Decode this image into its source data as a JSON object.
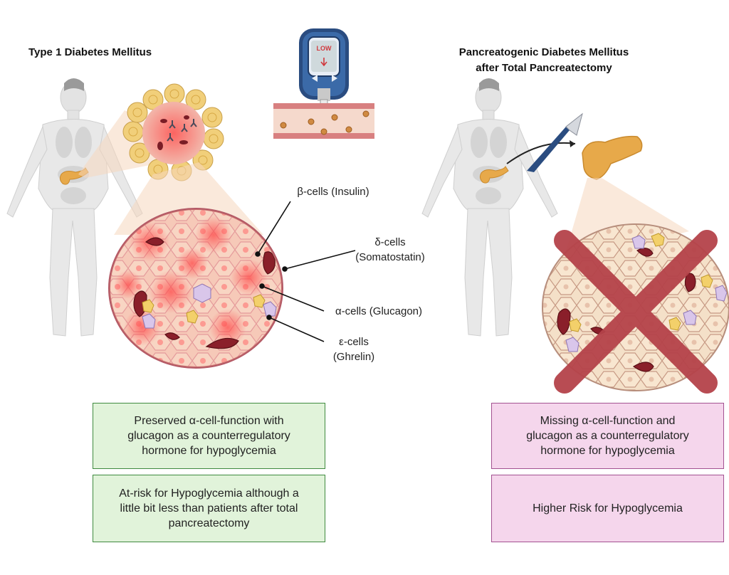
{
  "left": {
    "title": "Type 1 Diabetes Mellitus",
    "box_top": "Preserved α-cell-function with\nglucagon as a counterregulatory\nhormone for hypoglycemia",
    "box_bottom": "At-risk for Hypoglycemia although a\nlittle bit less than patients after total\npancreatectomy"
  },
  "right": {
    "title_line1": "Pancreatogenic Diabetes Mellitus",
    "title_line2": "after Total Pancreatectomy",
    "box_top": "Missing α-cell-function and\nglucagon as a counterregulatory\nhormone for hypoglycemia",
    "box_bottom": "Higher Risk for Hypoglycemia"
  },
  "meter": {
    "display": "LOW"
  },
  "cell_labels": {
    "beta": "β-cells (Insulin)",
    "delta_line1": "δ-cells",
    "delta_line2": "(Somatostatin)",
    "alpha": "α-cells (Glucagon)",
    "epsilon_line1": "ε-cells",
    "epsilon_line2": "(Ghrelin)"
  },
  "colors": {
    "green_box_bg": "#e1f3da",
    "green_box_border": "#3f8a3f",
    "pink_box_bg": "#f5d6ec",
    "pink_box_border": "#a35291",
    "cross": "#b5434a",
    "pancreas": "#e7a94a",
    "body": "#e8e8e8"
  },
  "icons": [
    "human-body-left",
    "human-body-right",
    "glucometer-icon",
    "blood-vessel",
    "scalpel-icon",
    "pancreas-icon",
    "islet-inflamed",
    "islet-removed",
    "cross-mark"
  ]
}
